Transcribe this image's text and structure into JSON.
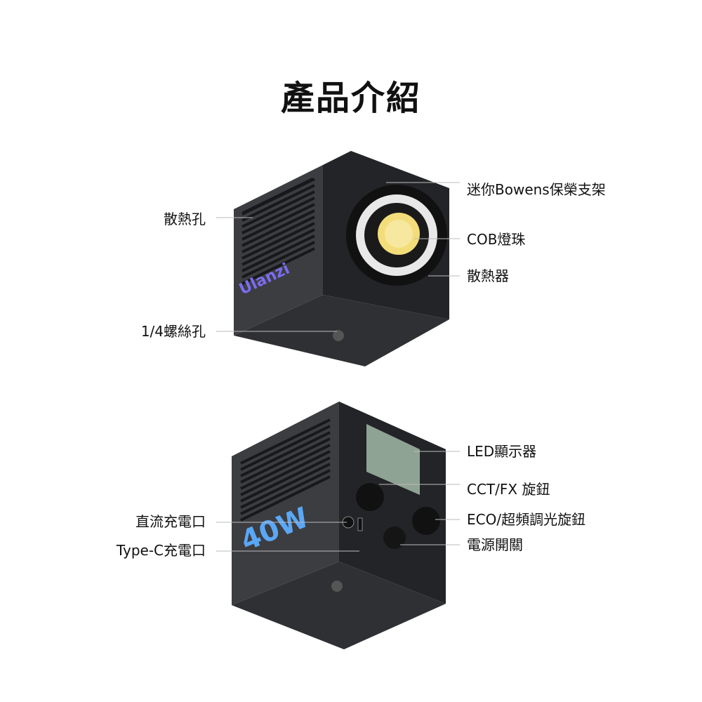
{
  "title": "產品介紹",
  "top_device": {
    "brand": "Ulanzi",
    "left_labels": [
      "散熱孔",
      "1/4螺絲孔"
    ],
    "right_labels": [
      "迷你Bowens保榮支架",
      "COB燈珠",
      "散熱器"
    ]
  },
  "bottom_device": {
    "badge": "40W",
    "left_labels": [
      "直流充電口",
      "Type-C充電口"
    ],
    "right_labels": [
      "LED顯示器",
      "CCT/FX 旋鈕",
      "ECO/超頻調光旋鈕",
      "電源開關"
    ]
  },
  "colors": {
    "body_dark": "#2b2c2f",
    "body_side": "#3a3b3f",
    "cob": "#f3dd7a",
    "line": "#bbbbbb"
  }
}
